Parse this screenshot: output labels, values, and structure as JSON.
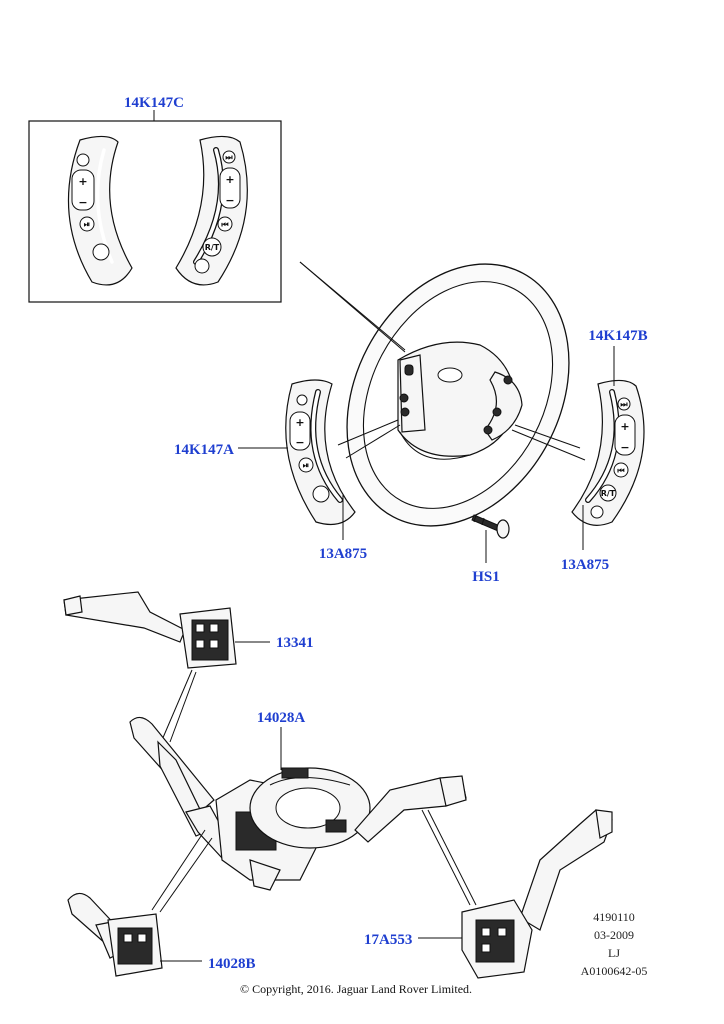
{
  "callouts": {
    "c14K147C": "14K147C",
    "c14K147B": "14K147B",
    "c14K147A": "14K147A",
    "c13A875_left": "13A875",
    "c13A875_right": "13A875",
    "cHS1": "HS1",
    "c13341": "13341",
    "c14028A": "14028A",
    "c17A553": "17A553",
    "c14028B": "14028B"
  },
  "buttons": {
    "plus": "+",
    "minus": "−",
    "rt": "R/T",
    "play_pause": "⏯",
    "next": "⏭",
    "prev": "⏮"
  },
  "meta": {
    "line1": "4190110",
    "line2": "03-2009",
    "line3": "LJ",
    "line4": "A0100642-05"
  },
  "copyright": "© Copyright, 2016. Jaguar Land Rover Limited.",
  "colors": {
    "callout": "#1f3fd0",
    "line": "#111111"
  }
}
